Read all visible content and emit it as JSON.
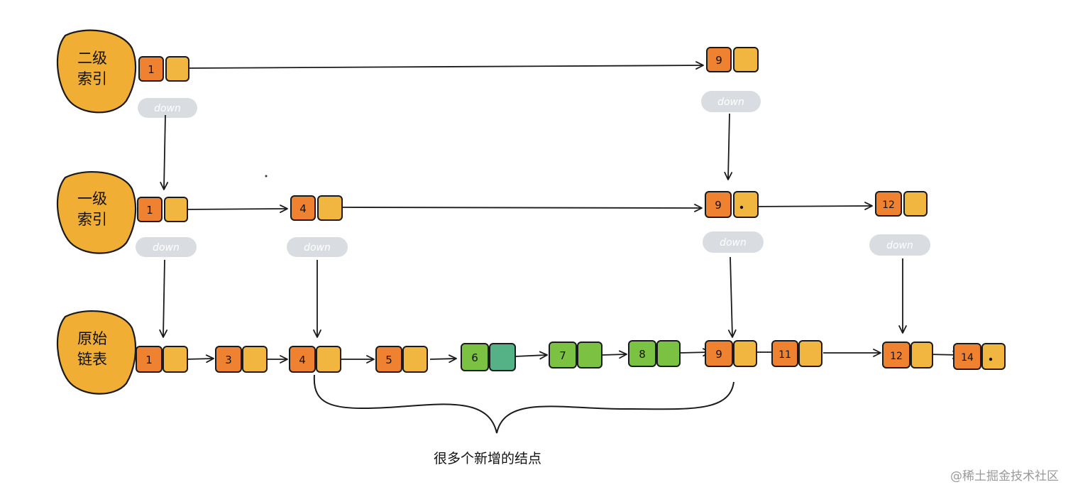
{
  "levels": {
    "level2": {
      "label_line1": "二级",
      "label_line2": "索引"
    },
    "level1": {
      "label_line1": "一级",
      "label_line2": "索引"
    },
    "level0": {
      "label_line1": "原始",
      "label_line2": "链表"
    }
  },
  "down_label": "down",
  "nodes": {
    "l2_1": "1",
    "l2_9": "9",
    "l1_1": "1",
    "l1_4": "4",
    "l1_9": "9",
    "l1_12": "12",
    "l0_1": "1",
    "l0_3": "3",
    "l0_4": "4",
    "l0_5": "5",
    "l0_6": "6",
    "l0_7": "7",
    "l0_8": "8",
    "l0_9": "9",
    "l0_11": "11",
    "l0_12": "12",
    "l0_14": "14"
  },
  "brace_label": "很多个新增的结点",
  "watermark": "@稀土掘金技术社区",
  "colors": {
    "blob": "#F0AE35",
    "node_key_orange": "#EE8231",
    "node_ptr_yellow": "#F0B640",
    "node_key_green": "#7CC242",
    "node_ptr_teal": "#55B287",
    "down_pill": "#D9DDE1",
    "stroke": "#1a1a1a"
  }
}
